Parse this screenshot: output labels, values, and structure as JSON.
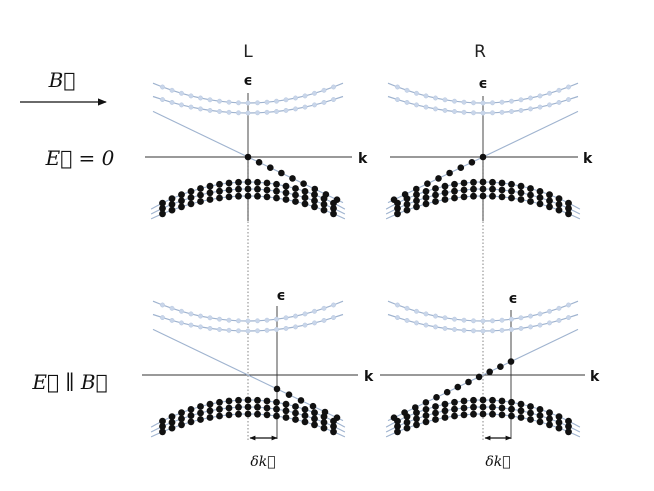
{
  "labels": {
    "left": "L",
    "right": "R",
    "b_field": "B⃗",
    "e_zero": "E⃗ = 0",
    "e_parallel_b": "E⃗ ∥ B⃗",
    "energy_axis": "ϵ",
    "momentum_axis": "k",
    "delta_k": "δk⃗"
  },
  "colors": {
    "band_line": "#9fb3cf",
    "dot_filled": "#111111",
    "dot_empty": "#c9d6ea",
    "axis": "#333333"
  }
}
